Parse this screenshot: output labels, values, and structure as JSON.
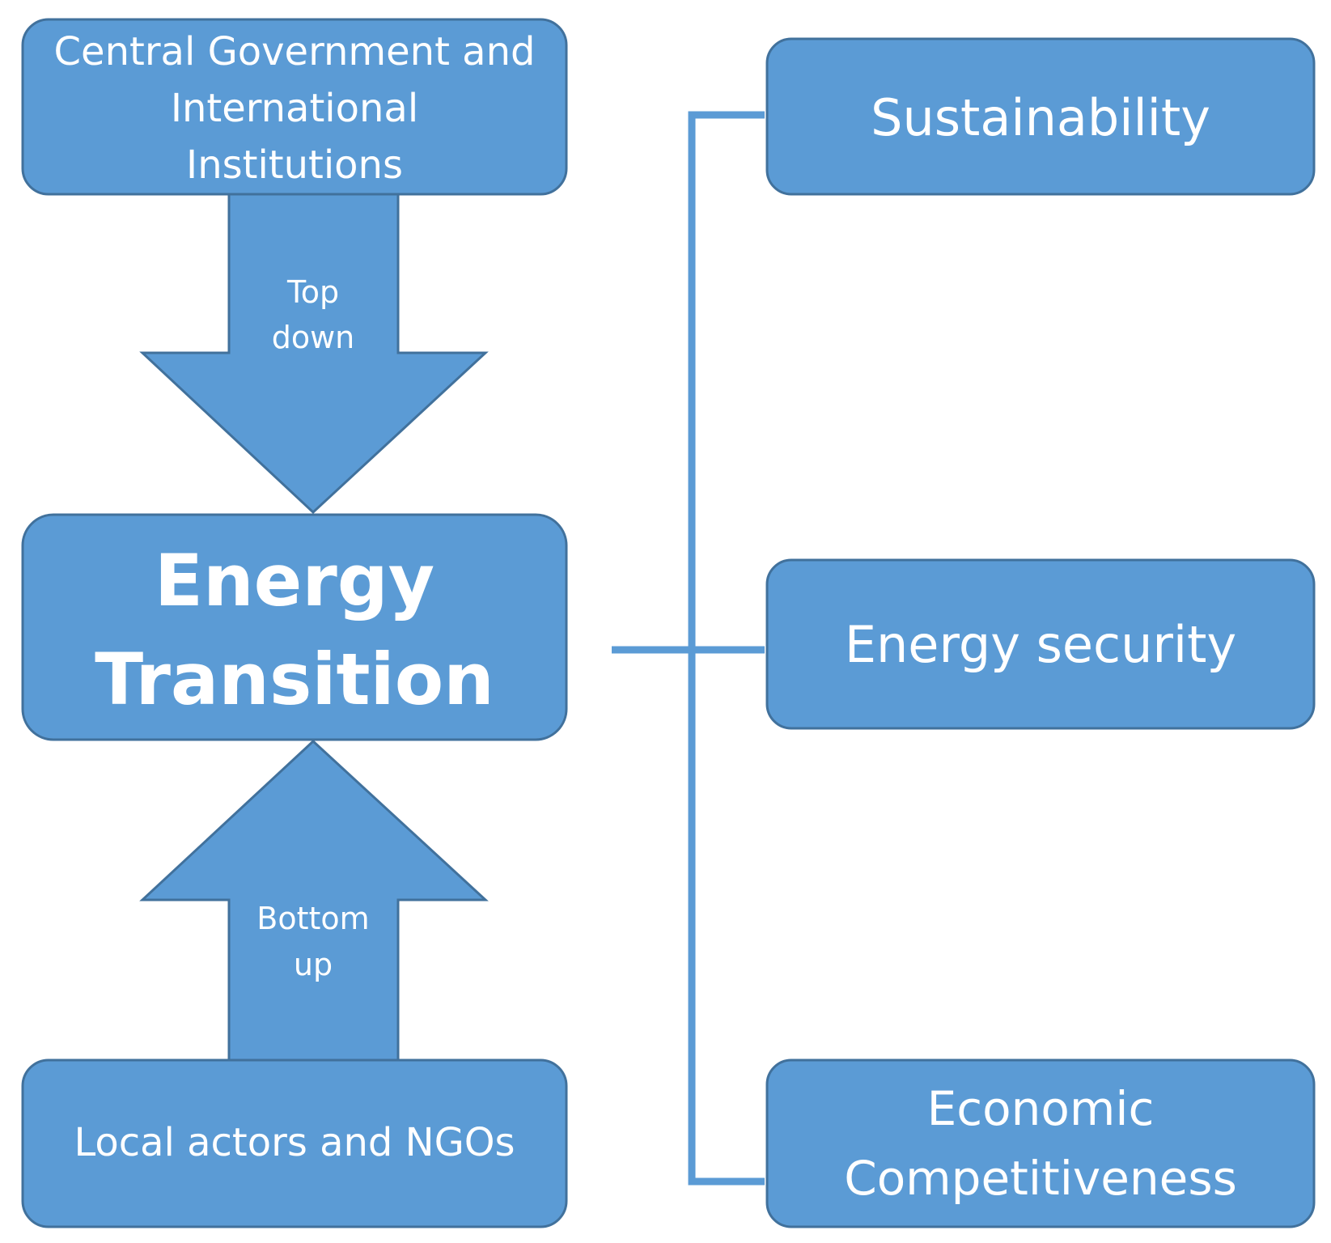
{
  "colors": {
    "box_fill": "#5b9bd5",
    "box_border": "#41719c",
    "connector": "#5b9bd5",
    "text": "#ffffff"
  },
  "top_source": {
    "lines": [
      "Central Government and",
      "International",
      "Institutions"
    ]
  },
  "top_arrow": {
    "lines": [
      "Top",
      "down"
    ],
    "direction": "down"
  },
  "center": {
    "lines": [
      "Energy",
      "Transition"
    ]
  },
  "bottom_arrow": {
    "lines": [
      "Bottom",
      "up"
    ],
    "direction": "up"
  },
  "bottom_source": {
    "lines": [
      "Local actors and NGOs"
    ]
  },
  "goals": [
    {
      "lines": [
        "Sustainability"
      ]
    },
    {
      "lines": [
        "Energy security"
      ]
    },
    {
      "lines": [
        "Economic",
        "Competitiveness"
      ]
    }
  ]
}
